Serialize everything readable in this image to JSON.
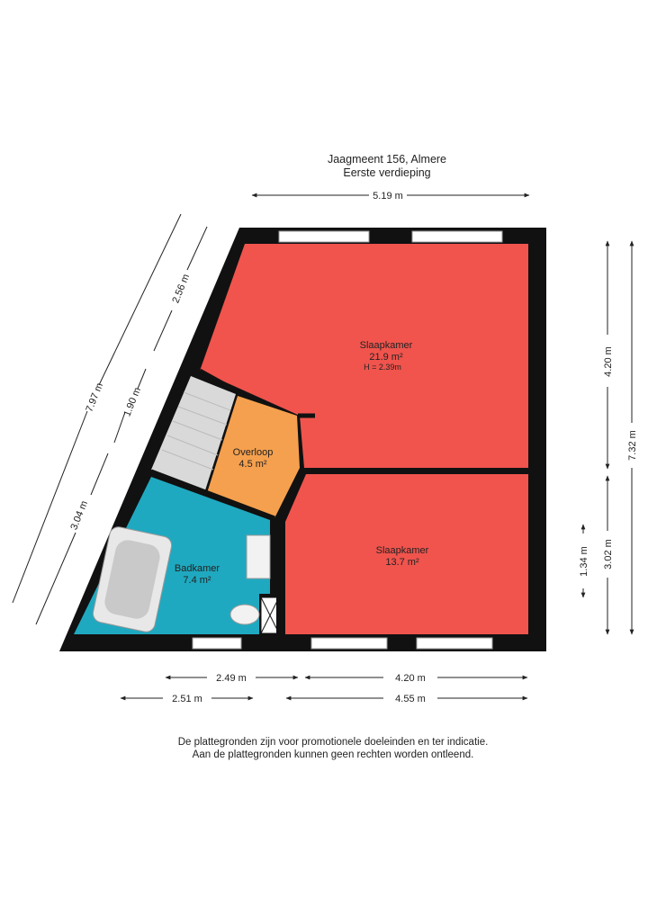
{
  "header": {
    "address": "Jaagmeent 156, Almere",
    "floor": "Eerste verdieping"
  },
  "rooms": {
    "bedroom_large": {
      "name": "Slaapkamer",
      "area": "21.9 m²",
      "height": "H = 2.39m"
    },
    "bedroom_small": {
      "name": "Slaapkamer",
      "area": "13.7 m²"
    },
    "landing": {
      "name": "Overloop",
      "area": "4.5 m²"
    },
    "bathroom": {
      "name": "Badkamer",
      "area": "7.4 m²"
    }
  },
  "dimensions": {
    "top_width": "5.19 m",
    "right_upper": "4.20 m",
    "right_total": "7.32 m",
    "right_lower": "3.02 m",
    "right_small": "1.34 m",
    "diag_total": "7.97 m",
    "diag_upper": "2.56 m",
    "diag_middle": "1.90 m",
    "diag_lower": "3.04 m",
    "bottom_left_inner": "2.49 m",
    "bottom_right_inner": "4.20 m",
    "bottom_left_outer": "2.51 m",
    "bottom_right_outer": "4.55 m"
  },
  "colors": {
    "bedroom": "#f0544d",
    "landing": "#f5a04e",
    "bathroom": "#1fa9c0",
    "wall": "#111111",
    "stairs": "#d9d9d9"
  },
  "footer": {
    "line1": "De plattegronden zijn voor promotionele doeleinden en ter indicatie.",
    "line2": "Aan de plattegronden kunnen geen rechten worden ontleend."
  }
}
